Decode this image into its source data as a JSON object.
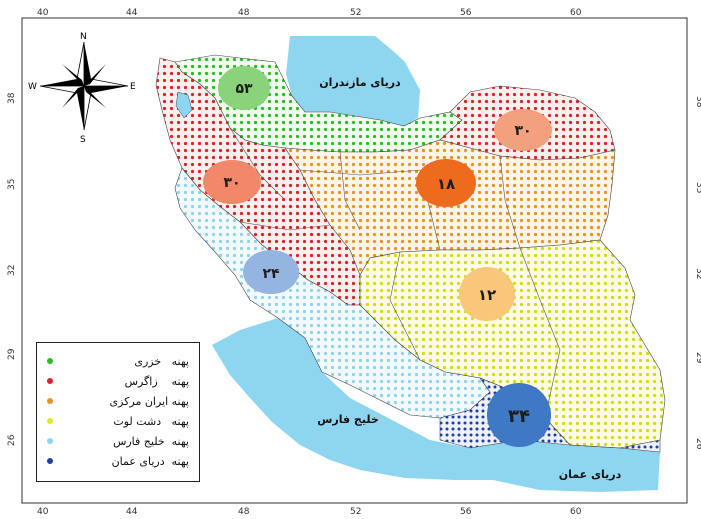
{
  "map": {
    "axis_ticks": {
      "lon": [
        "40",
        "44",
        "48",
        "52",
        "56",
        "60"
      ],
      "lat": [
        "38",
        "35",
        "32",
        "29",
        "26"
      ]
    },
    "compass": {
      "n": "N",
      "s": "S",
      "e": "E",
      "w": "W"
    },
    "water_bodies": [
      {
        "id": "caspian",
        "label": "دریای مازندران"
      },
      {
        "id": "persian-gulf",
        "label": "خلیج فارس"
      },
      {
        "id": "oman-sea",
        "label": "دریای عمان"
      }
    ],
    "zones": [
      {
        "id": "caspian-zone",
        "label": "پهنه   خزری",
        "color": "#23c21c",
        "value": "۵۳"
      },
      {
        "id": "zagros-zone",
        "label": "پهنه    زاگرس",
        "color": "#d8242a",
        "value": "۳۰"
      },
      {
        "id": "central-zone",
        "label": "پهنه ایران مرکزی",
        "color": "#e9941f",
        "value": "۱۸"
      },
      {
        "id": "lut-zone",
        "label": "پهنه   دشت لوت",
        "color": "#e3e61e",
        "value": "۱۲"
      },
      {
        "id": "gulf-zone",
        "label": "پهنه  خلیج فارس",
        "color": "#8fd3ee",
        "value": "۲۴"
      },
      {
        "id": "oman-zone",
        "label": "پهنه  دریای عمان",
        "color": "#1e3fa6",
        "value": "۳۴"
      }
    ],
    "bubbles": [
      {
        "id": "caspian",
        "value": "۵۳",
        "color": "#8ad37a"
      },
      {
        "id": "ne",
        "value": "۳۰",
        "color": "#f3a07f"
      },
      {
        "id": "zagros",
        "value": "۳۰",
        "color": "#f2876a"
      },
      {
        "id": "central",
        "value": "۱۸",
        "color": "#ee6a1c"
      },
      {
        "id": "lut",
        "value": "۱۲",
        "color": "#f8c77a"
      },
      {
        "id": "gulf",
        "value": "۲۴",
        "color": "#94b5e2"
      },
      {
        "id": "oman",
        "value": "۳۴",
        "color": "#3f78c4"
      }
    ]
  }
}
